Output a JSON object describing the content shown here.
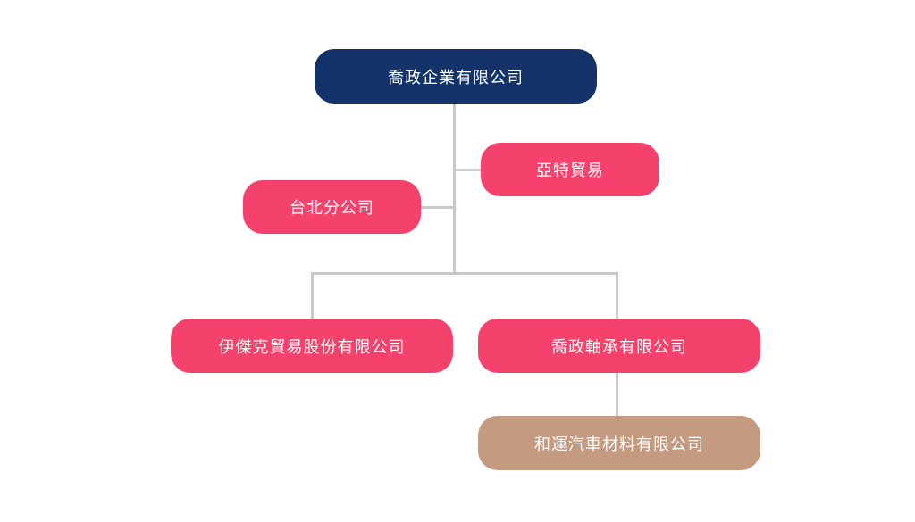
{
  "org_chart": {
    "colors": {
      "root": "#14336A",
      "primary": "#F5426C",
      "secondary": "#C49A80",
      "connector": "#C8C8C8"
    },
    "nodes": {
      "root": {
        "label": "喬政企業有限公司"
      },
      "yate": {
        "label": "亞特貿易",
        "parent": "root"
      },
      "taipei": {
        "label": "台北分公司",
        "parent": "root"
      },
      "yijieke": {
        "label": "伊傑克貿易股份有限公司",
        "parent": "root"
      },
      "bearing": {
        "label": "喬政軸承有限公司",
        "parent": "root"
      },
      "heyun": {
        "label": "和運汽車材料有限公司",
        "parent": "bearing"
      }
    }
  }
}
